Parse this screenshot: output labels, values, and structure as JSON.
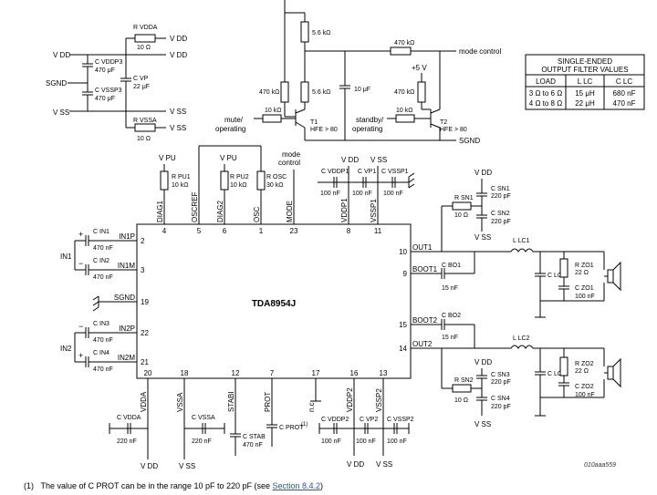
{
  "chip": {
    "name": "TDA8954J",
    "pins_top": [
      {
        "label": "DIAG1",
        "num": "4"
      },
      {
        "label": "OSCREF",
        "num": "5"
      },
      {
        "label": "DIAG2",
        "num": "6"
      },
      {
        "label": "OSC",
        "num": "1"
      },
      {
        "label": "MODE",
        "num": "23"
      },
      {
        "label": "VDDP1",
        "num": "8"
      },
      {
        "label": "VSSP1",
        "num": "11"
      }
    ],
    "pins_bottom": [
      {
        "label": "VDDA",
        "num": "20"
      },
      {
        "label": "VSSA",
        "num": "18"
      },
      {
        "label": "STABI",
        "num": "12"
      },
      {
        "label": "PROT",
        "num": "7"
      },
      {
        "label": "n.c.",
        "num": "17"
      },
      {
        "label": "VDDP2",
        "num": "16"
      },
      {
        "label": "VSSP2",
        "num": "13"
      }
    ],
    "pins_left": [
      {
        "label": "IN1P",
        "num": "2"
      },
      {
        "label": "IN1M",
        "num": "3"
      },
      {
        "label": "SGND",
        "num": "19"
      },
      {
        "label": "IN2P",
        "num": "22"
      },
      {
        "label": "IN2M",
        "num": "21"
      }
    ],
    "pins_right": [
      {
        "label": "OUT1",
        "num": "10"
      },
      {
        "label": "BOOT1",
        "num": "9"
      },
      {
        "label": "BOOT2",
        "num": "15"
      },
      {
        "label": "OUT2",
        "num": "14"
      }
    ]
  },
  "supply": {
    "vdd": "V DD",
    "vss": "V SS",
    "sgnd": "SGND",
    "plus5v": "+5 V",
    "mode_control": "mode control",
    "vpu": "V PU"
  },
  "inputs": {
    "in1": "IN1",
    "in2": "IN2",
    "plus": "+",
    "minus": "−"
  },
  "components": {
    "rvdda": {
      "name": "R VDDA",
      "value": "10 Ω"
    },
    "rvssa": {
      "name": "R VSSA",
      "value": "10 Ω"
    },
    "cvddp3": {
      "name": "C VDDP3",
      "value": "470 μF"
    },
    "cvssp3": {
      "name": "C VSSP3",
      "value": "470 μF"
    },
    "cvp": {
      "name": "C VP",
      "value": "22 μF"
    },
    "r56a": "5.6 kΩ",
    "r56b": "5.6 kΩ",
    "r470a": "470 kΩ",
    "r470b": "470 kΩ",
    "r470c": "470 kΩ",
    "r10ka": "10 kΩ",
    "r10kb": "10 kΩ",
    "c10u": "10 μF",
    "t1": "T1",
    "t2": "T2",
    "hfe1": "HFE > 80",
    "hfe2": "HFE > 80",
    "mute_operating": "mute/",
    "operating": "operating",
    "standby_operating": "standby/",
    "operating2": "operating",
    "rpu1": {
      "name": "R PU1",
      "value": "10 kΩ"
    },
    "rpu2": {
      "name": "R PU2",
      "value": "10 kΩ"
    },
    "rosc": {
      "name": "R OSC",
      "value": "30 kΩ"
    },
    "cvddp1": {
      "name": "C VDDP1",
      "value": "100 nF"
    },
    "cvp1": {
      "name": "C VP1",
      "value": "100 nF"
    },
    "cvssp1": {
      "name": "C VSSP1",
      "value": "100 nF"
    },
    "cin1": {
      "name": "C IN1",
      "value": "470 nF"
    },
    "cin2": {
      "name": "C IN2",
      "value": "470 nF"
    },
    "cin3": {
      "name": "C IN3",
      "value": "470 nF"
    },
    "cin4": {
      "name": "C IN4",
      "value": "470 nF"
    },
    "rsn1": {
      "name": "R SN1",
      "value": "10 Ω"
    },
    "rsn2": {
      "name": "R SN2",
      "value": "10 Ω"
    },
    "csn1": {
      "name": "C SN1",
      "value": "220 pF"
    },
    "csn2": {
      "name": "C SN2",
      "value": "220 pF"
    },
    "csn3": {
      "name": "C SN3",
      "value": "220 pF"
    },
    "csn4": {
      "name": "C SN4",
      "value": "220 pF"
    },
    "cbo1": {
      "name": "C BO1",
      "value": "15 nF"
    },
    "cbo2": {
      "name": "C BO2",
      "value": "15 nF"
    },
    "llc1": "L LC1",
    "llc2": "L LC2",
    "clc1": "C LC1",
    "clc2": "C LC2",
    "rzo1": {
      "name": "R ZO1",
      "value": "22 Ω"
    },
    "rzo2": {
      "name": "R ZO2",
      "value": "22 Ω"
    },
    "czo1": {
      "name": "C ZO1",
      "value": "100 nF"
    },
    "czo2": {
      "name": "C ZO2",
      "value": "100 nF"
    },
    "cvdda": {
      "name": "C VDDA",
      "value": "220 nF"
    },
    "cvssa": {
      "name": "C VSSA",
      "value": "220 nF"
    },
    "cstab": {
      "name": "C STAB",
      "value": "470 nF"
    },
    "cprot": {
      "name": "C PROT",
      "sup": "(1)"
    },
    "cvddp2": {
      "name": "C VDDP2",
      "value": "100 nF"
    },
    "cvp2": {
      "name": "C VP2",
      "value": "100 nF"
    },
    "cvssp2": {
      "name": "C VSSP2",
      "value": "100 nF"
    }
  },
  "table": {
    "title_line1": "SINGLE-ENDED",
    "title_line2": "OUTPUT FILTER VALUES",
    "headers": [
      "LOAD",
      "L LC",
      "C LC"
    ],
    "rows": [
      [
        "3 Ω to 6 Ω",
        "15 μH",
        "680 nF"
      ],
      [
        "4 Ω to 8 Ω",
        "22 μH",
        "470 nF"
      ]
    ]
  },
  "figure_id": "010aaa559",
  "footnote": {
    "prefix": "(1)",
    "text": "The value of C PROT can be in the range 10 pF to 220 pF (see ",
    "link": "Section 8.4.2",
    "suffix": ")"
  }
}
